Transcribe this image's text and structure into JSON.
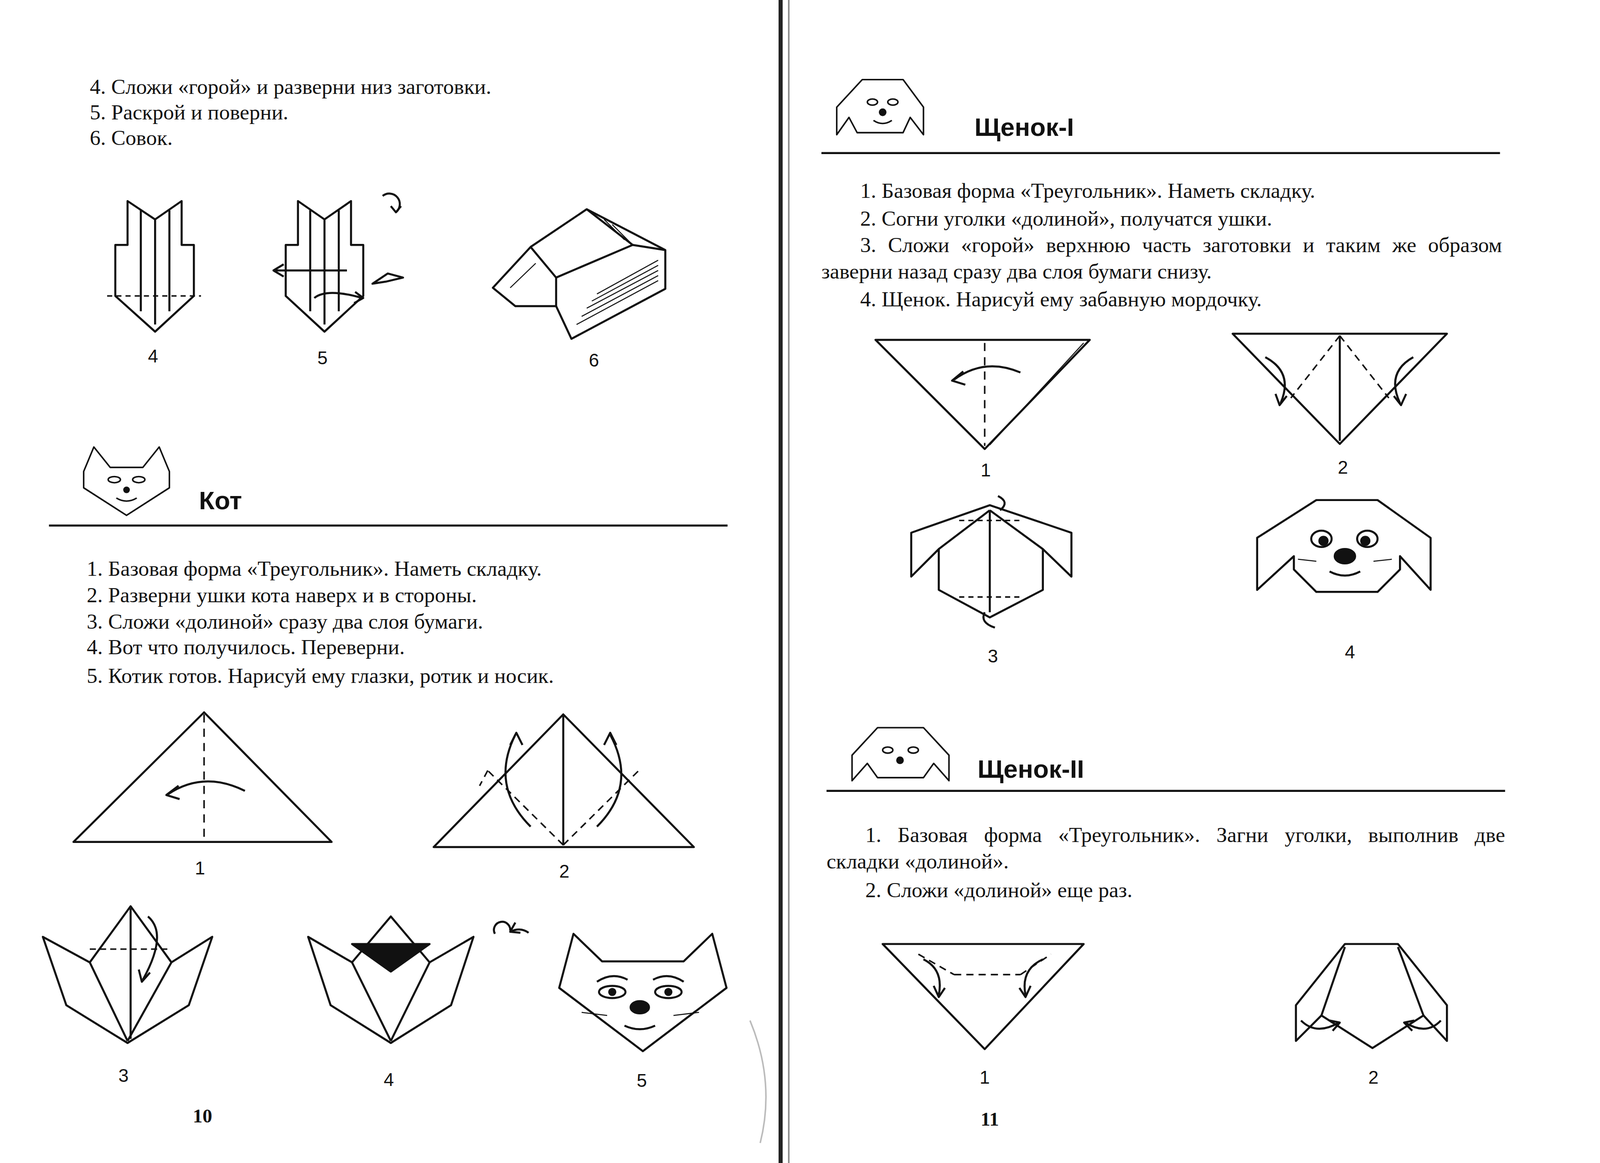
{
  "diagram": {
    "labels": [
      "4. Сложи «горой» и разверни низ заготовки.",
      "5. Раскрой и поверни.",
      "6. Совок.",
      "4",
      "5",
      "6",
      "Кот",
      "1. Базовая форма «Треугольник». Наметь складку.",
      "2. Разверни ушки кота наверх и в стороны.",
      "3. Сложи «долиной» сразу два слоя бумаги.",
      "4. Вот что получилось. Переверни.",
      "5. Котик готов. Нарисуй ему глазки, ротик и носик.",
      "1",
      "2",
      "3",
      "4",
      "5",
      "10",
      "Щенок-I",
      "1. Базовая форма «Треугольник». Наметь складку.",
      "2. Согни уголки «долиной», получатся ушки.",
      "3. Сложи «горой» верхнюю часть заготовки и таким же образом заверни назад сразу два слоя бумаги снизу.",
      "4. Щенок. Нарисуй ему забавную мордочку.",
      "1",
      "2",
      "3",
      "4",
      "Щенок-II",
      "1. Базовая форма «Треугольник». Загни уголки, выполнив две складки «долиной».",
      "2. Сложи «долиной» еще раз.",
      "1",
      "2",
      "11"
    ]
  }
}
